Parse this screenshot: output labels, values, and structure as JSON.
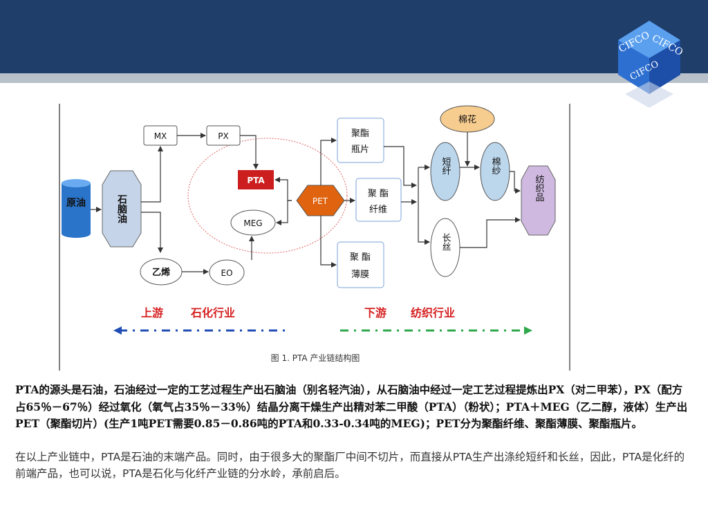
{
  "logo": {
    "text": "CIFCO"
  },
  "diagram": {
    "nodes": {
      "crude_oil": "原油",
      "naphtha": "石脑油",
      "mx": "MX",
      "px": "PX",
      "pta": "PTA",
      "meg": "MEG",
      "ethylene": "乙烯",
      "eo": "EO",
      "pet": "PET",
      "bottle_chip_1": "聚酯",
      "bottle_chip_2": "瓶片",
      "polyester_fiber_1": "聚 酯",
      "polyester_fiber_2": "纤维",
      "film_1": "聚 酯",
      "film_2": "薄膜",
      "cotton": "棉花",
      "staple_fiber": "短纤",
      "cotton_yarn": "棉纱",
      "filament": "长丝",
      "textile": "纺织品"
    },
    "upstream_label": "上游",
    "petrochem_label": "石化行业",
    "downstream_label": "下游",
    "textile_label": "纺织行业",
    "caption": "图 1. PTA 产业链结构图",
    "colors": {
      "upstream": "#1f4db5",
      "downstream": "#2ea84a",
      "label_red": "#d62020"
    }
  },
  "paragraph1": "PTA的源头是石油，石油经过一定的工艺过程生产出石脑油（别名轻汽油），从石脑油中经过一定工艺过程提炼出PX（对二甲苯），PX（配方占65％－67％）经过氧化（氧气占35％－33％）结晶分离干燥生产出精对苯二甲酸（PTA）（粉状）；PTA＋MEG（乙二醇，液体）生产出PET（聚酯切片）(生产1吨PET需要0.85－0.86吨的PTA和0.33-0.34吨的MEG)；PET分为聚酯纤维、聚酯薄膜、聚酯瓶片。",
  "paragraph2": "在以上产业链中，PTA是石油的末端产品。同时，由于很多大的聚酯厂中间不切片，而直接从PTA生产出涤纶短纤和长丝，因此，PTA是化纤的前端产品，也可以说，PTA是石化与化纤产业链的分水岭，承前启后。"
}
